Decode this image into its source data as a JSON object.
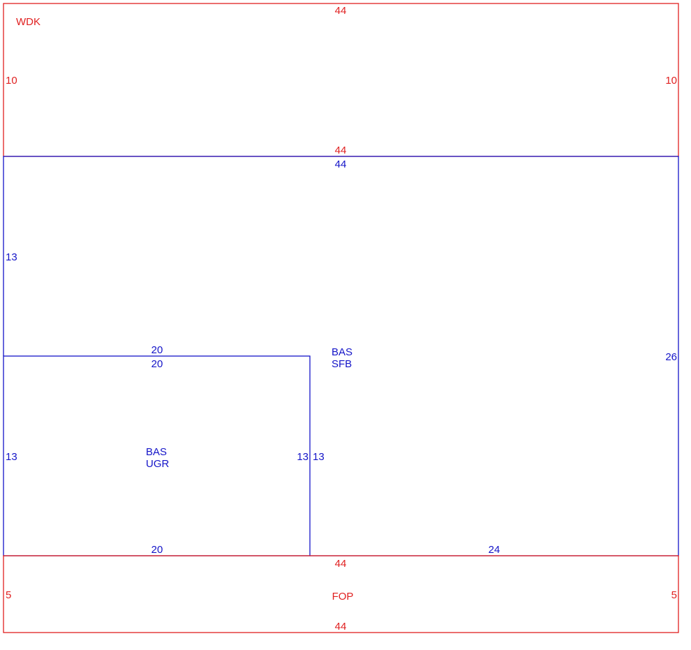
{
  "colors": {
    "exterior": "#e02020",
    "interior": "#1414c8",
    "background": "#ffffff"
  },
  "wdk": {
    "name": "WDK",
    "top": "44",
    "bottom": "44",
    "left": "10",
    "right": "10"
  },
  "sfb": {
    "name_1": "BAS",
    "name_2": "SFB",
    "top": "44",
    "left": "13",
    "right": "26",
    "bottom": "24",
    "notch_top": "20",
    "notch_right": "13"
  },
  "ugr": {
    "name_1": "BAS",
    "name_2": "UGR",
    "top": "20",
    "left": "13",
    "right": "13",
    "bottom": "20"
  },
  "fop": {
    "name": "FOP",
    "top": "44",
    "bottom": "44",
    "left": "5",
    "right": "5"
  }
}
